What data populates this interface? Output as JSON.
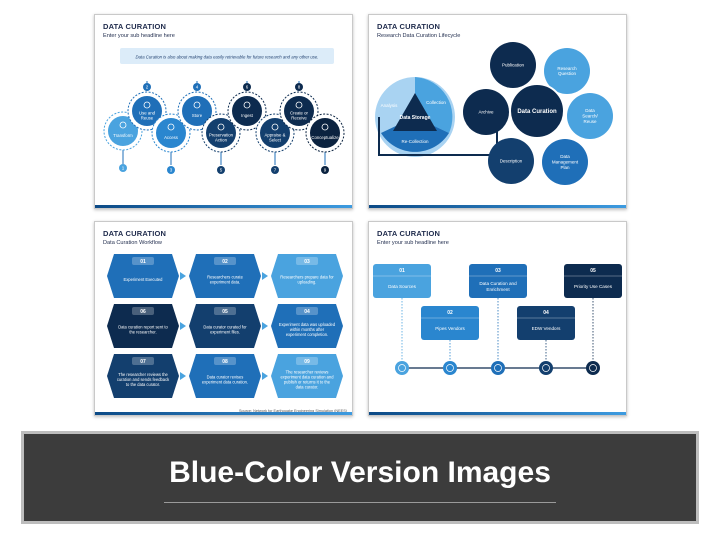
{
  "s1": {
    "title": "DATA CURATION",
    "subtitle": "Enter your sub headline here",
    "quote": "Data Curation is also about making data easily retrievable for future research and any other use.",
    "steps": [
      {
        "n": "1",
        "label": "Transform"
      },
      {
        "n": "2",
        "label": "Use and Reuse"
      },
      {
        "n": "3",
        "label": "Access"
      },
      {
        "n": "4",
        "label": "Store"
      },
      {
        "n": "5",
        "label": "Preservation Action"
      },
      {
        "n": "6",
        "label": "Ingest"
      },
      {
        "n": "7",
        "label": "Appraise & Select"
      },
      {
        "n": "8",
        "label": "Create or Receive"
      },
      {
        "n": "9",
        "label": "Conceptualize"
      }
    ]
  },
  "s2": {
    "title": "DATA CURATION",
    "subtitle": "Research Data Curation Lifecycle",
    "center": "Data Curation",
    "ring": [
      "Publication",
      "Research Question",
      "Data Search/ Reuse",
      "Data Management Plan",
      "Description",
      "Archive"
    ],
    "tri_center": "Data Storage",
    "tri": [
      "Analysis",
      "Collection",
      "Re-Collection"
    ]
  },
  "s3": {
    "title": "DATA CURATION",
    "subtitle": "Data Curation Workflow",
    "cells": [
      {
        "n": "01",
        "text": "Experiment Executed"
      },
      {
        "n": "02",
        "text": "Researchers curate experiment data."
      },
      {
        "n": "03",
        "text": "Researchers prepare data for uploading."
      },
      {
        "n": "06",
        "text": "Data curation report sent to the researcher."
      },
      {
        "n": "05",
        "text": "Data curator curated for experiment files."
      },
      {
        "n": "04",
        "text": "Experiment data was uploaded within months after experiment completion."
      },
      {
        "n": "07",
        "text": "The researcher reviews the curation and sends feedback to the data curator."
      },
      {
        "n": "08",
        "text": "Data curator revises experiment data curation."
      },
      {
        "n": "09",
        "text": "The researcher reviews experiment data curation and publish or returns it to the data curator."
      }
    ],
    "source": "Source: Network for Earthquake Engineering Simulation (NEES)"
  },
  "s4": {
    "title": "DATA CURATION",
    "subtitle": "Enter your sub headline here",
    "boxes": [
      {
        "n": "01",
        "label": "Data Sources"
      },
      {
        "n": "02",
        "label": "Pipes Vendors"
      },
      {
        "n": "03",
        "label": "Data Curation and Enrichment"
      },
      {
        "n": "04",
        "label": "EDW Vendors"
      },
      {
        "n": "05",
        "label": "Priority Use Cases"
      }
    ]
  },
  "banner": {
    "title": "Blue-Color Version Images"
  },
  "colors": {
    "navy": "#0d2b4f",
    "dark": "#133f6e",
    "mid": "#1f6fb8",
    "light": "#4aa3df",
    "pale": "#cfe6f7",
    "banner": "#3c3c3c"
  }
}
